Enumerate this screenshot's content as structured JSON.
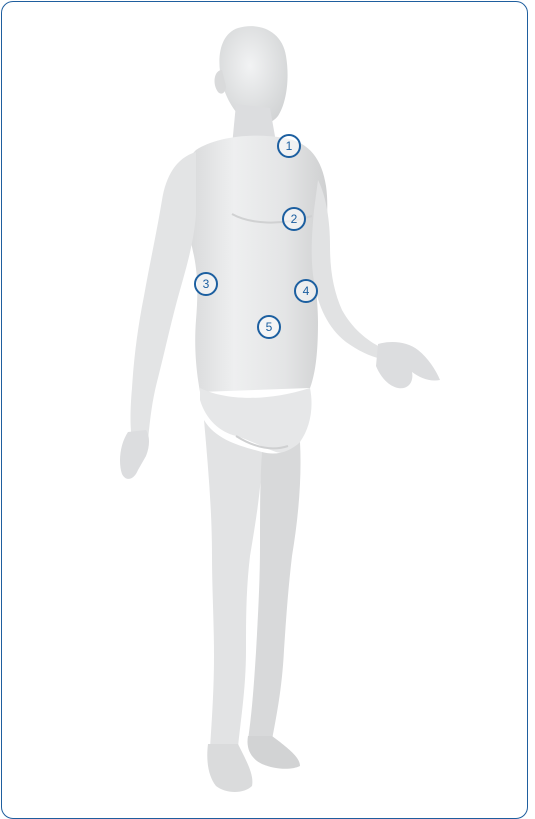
{
  "colors": {
    "frame_border": "#1f5e9e",
    "marker": "#1c5fa0",
    "body_fill": "#e7e8e9"
  },
  "markers": [
    {
      "label": "1"
    },
    {
      "label": "2"
    },
    {
      "label": "3"
    },
    {
      "label": "4"
    },
    {
      "label": "5"
    }
  ]
}
